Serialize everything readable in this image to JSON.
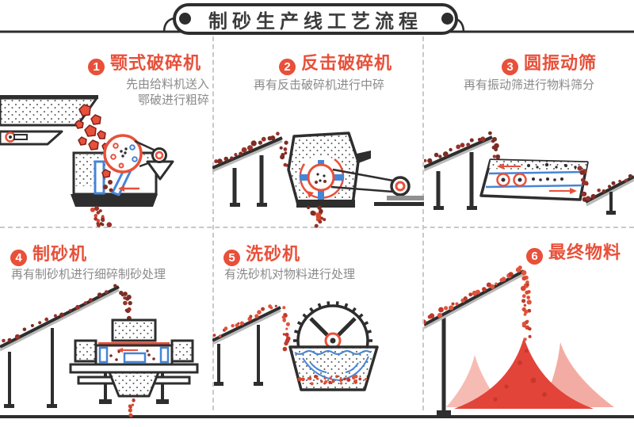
{
  "banner": {
    "title": "制砂生产线工艺流程"
  },
  "sections": [
    {
      "num": "1",
      "title": "颚式破碎机",
      "desc_line1": "先由给料机送入",
      "desc_line2": "鄂破进行粗碎",
      "illustration": "jaw-crusher"
    },
    {
      "num": "2",
      "title": "反击破碎机",
      "desc": "再有反击破碎机进行中碎",
      "illustration": "impact-crusher"
    },
    {
      "num": "3",
      "title": "圆振动筛",
      "desc": "再有振动筛进行物料筛分",
      "illustration": "circular-vibrating-screen"
    },
    {
      "num": "4",
      "title": "制砂机",
      "desc": "再有制砂机进行细碎制砂处理",
      "illustration": "sand-making-machine"
    },
    {
      "num": "5",
      "title": "洗砂机",
      "desc": "有洗砂机对物料进行处理",
      "illustration": "sand-washing-machine"
    },
    {
      "num": "6",
      "title": "最终物料",
      "desc": "",
      "illustration": "final-material-piles"
    }
  ],
  "colors": {
    "accent": "#e8503a",
    "outline": "#2e2e2e",
    "descgray": "#8a8a8a",
    "blue": "#4585d6",
    "rock_dark": "#7c2d24",
    "sand_red": "#e0543c",
    "pile_red": "#e2443a",
    "pile_pink": "#f5b5ad",
    "divider": "#c9c9c9",
    "conveyor_gray": "#b9b9b9"
  }
}
